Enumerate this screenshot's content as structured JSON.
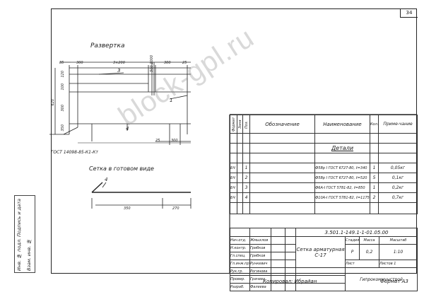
{
  "sheet_number": "34",
  "sidebar": {
    "label_1": "Инв. № подл. Подпись и дата",
    "label_2": "Взам. инв. №"
  },
  "drawing": {
    "razvertka_title": "Развертка",
    "top_dims": [
      "85",
      "300",
      "3×200",
      "500 1000",
      "300",
      "25"
    ],
    "left_dims": [
      "120",
      "100",
      "620",
      "300",
      "350"
    ],
    "bottom_dims": [
      "25",
      "300"
    ],
    "pos_3": "3",
    "pos_4": "4",
    "pos_1": "1",
    "note": "ГОСТ 14098-85-К1-Кт",
    "setka_title": "Сетка в готовом виде",
    "pos_4b": "4",
    "bottom_dims2": [
      "350",
      "270"
    ]
  },
  "spec": {
    "headers": {
      "format": "Формат",
      "zone": "Зона",
      "pos": "Поз.",
      "designation": "Обозначение",
      "name": "Наименование",
      "qty": "Кол.",
      "note": "Приме-чание"
    },
    "section": "Детали",
    "rows": [
      {
        "format": "БЧ",
        "pos": "1",
        "name": "Ф5Вр I ГОСТ 6727-80, ℓ=340",
        "qty": "1",
        "note": "0,05кг"
      },
      {
        "format": "БЧ",
        "pos": "2",
        "name": "Ф5Вр I ГОСТ 6727-80, ℓ=520",
        "qty": "5",
        "note": "0,1кг"
      },
      {
        "format": "БЧ",
        "pos": "3",
        "name": "Ф6А-I ГОСТ 5781-82, ℓ=850",
        "qty": "1",
        "note": "0,2кг"
      },
      {
        "format": "БЧ",
        "pos": "4",
        "name": "Ф10А-I ГОСТ 5781-82, ℓ=1175",
        "qty": "2",
        "note": "0,7кг"
      }
    ]
  },
  "title_block": {
    "code": "3.501.1-149.1-1-01.05.00",
    "people": [
      {
        "role": "Нач.отд.",
        "name": "Жмыхлов"
      },
      {
        "role": "Н.контр.",
        "name": "Грибков"
      },
      {
        "role": "Гл.спец.",
        "name": "Грибков"
      },
      {
        "role": "Гл.инж.пр.",
        "name": "Рункевич"
      },
      {
        "role": "Рук.гр.",
        "name": "Рогинова"
      },
      {
        "role": "Провер.",
        "name": "Грачева"
      },
      {
        "role": "Разраб.",
        "name": "Фалеева"
      }
    ],
    "item_name": "Сетка арматурная С-17",
    "stage_label": "Стадия",
    "stage": "Р",
    "mass_label": "Масса",
    "mass": "0,2",
    "scale_label": "Масштаб",
    "scale": "1:10",
    "sheet_label": "Лист",
    "sheets_label": "Листов 1",
    "org": "Гипрокоммунстрой"
  },
  "footer": {
    "copied": "Копировал: Ибрайан",
    "format": "Формат А3"
  },
  "watermark": "block-gpl.ru"
}
